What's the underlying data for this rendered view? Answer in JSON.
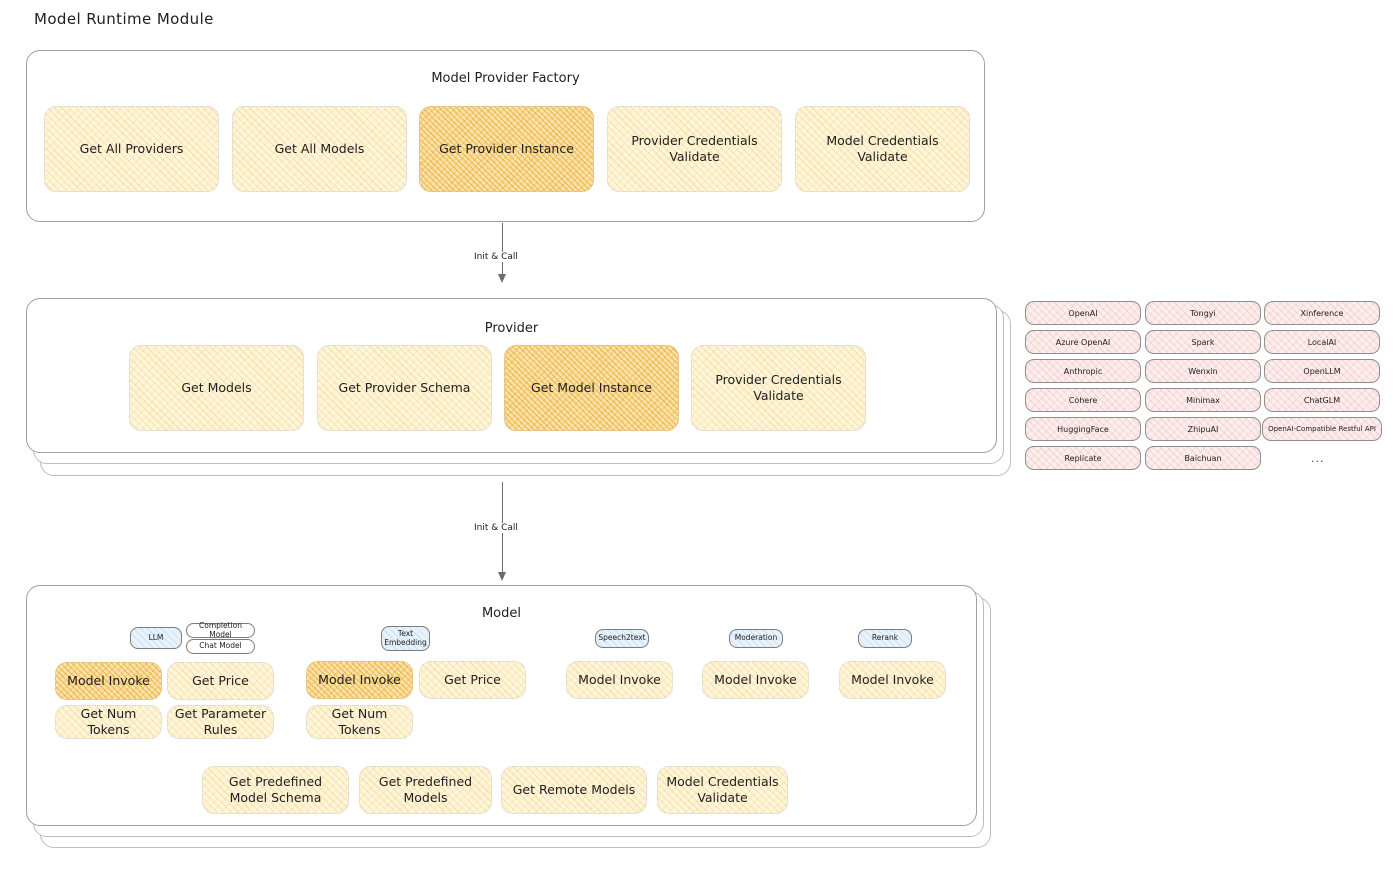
{
  "page": {
    "title": "Model Runtime Module"
  },
  "factory": {
    "title": "Model Provider Factory",
    "methods": [
      {
        "label": "Get All Providers",
        "highlight": false
      },
      {
        "label": "Get All Models",
        "highlight": false
      },
      {
        "label": "Get Provider Instance",
        "highlight": true
      },
      {
        "label": "Provider Credentials Validate",
        "highlight": false
      },
      {
        "label": "Model Credentials Validate",
        "highlight": false
      }
    ]
  },
  "arrows": [
    {
      "label": "Init & Call"
    },
    {
      "label": "Init & Call"
    }
  ],
  "provider": {
    "title": "Provider",
    "methods": [
      {
        "label": "Get Models",
        "highlight": false
      },
      {
        "label": "Get Provider Schema",
        "highlight": false
      },
      {
        "label": "Get Model Instance",
        "highlight": true
      },
      {
        "label": "Provider Credentials Validate",
        "highlight": false
      }
    ]
  },
  "provider_list": {
    "more": "...",
    "columns": [
      {
        "items": [
          "OpenAI",
          "Azure OpenAI",
          "Anthropic",
          "Cohere",
          "HuggingFace",
          "Replicate"
        ]
      },
      {
        "items": [
          "Tongyi",
          "Spark",
          "Wenxin",
          "Minimax",
          "ZhipuAI",
          "Baichuan"
        ]
      },
      {
        "items": [
          "Xinference",
          "LocalAI",
          "OpenLLM",
          "ChatGLM",
          "OpenAI-Compatible Restful API"
        ]
      }
    ]
  },
  "model": {
    "title": "Model",
    "more": "...",
    "types": [
      {
        "badge": "LLM",
        "sub_badges": [
          "Completion Model",
          "Chat Model"
        ],
        "methods": [
          {
            "label": "Model Invoke",
            "highlight": true
          },
          {
            "label": "Get Price",
            "highlight": false
          },
          {
            "label": "Get Num Tokens",
            "highlight": false
          },
          {
            "label": "Get Parameter Rules",
            "highlight": false
          }
        ]
      },
      {
        "badge": "Text Embedding",
        "sub_badges": [],
        "methods": [
          {
            "label": "Model Invoke",
            "highlight": true
          },
          {
            "label": "Get Price",
            "highlight": false
          },
          {
            "label": "Get Num Tokens",
            "highlight": false
          }
        ]
      },
      {
        "badge": "Speech2text",
        "sub_badges": [],
        "methods": [
          {
            "label": "Model Invoke",
            "highlight": false
          }
        ]
      },
      {
        "badge": "Moderation",
        "sub_badges": [],
        "methods": [
          {
            "label": "Model Invoke",
            "highlight": false
          }
        ]
      },
      {
        "badge": "Rerank",
        "sub_badges": [],
        "methods": [
          {
            "label": "Model Invoke",
            "highlight": false
          }
        ]
      }
    ],
    "shared_methods": [
      {
        "label": "Get Predefined Model Schema"
      },
      {
        "label": "Get Predefined Models"
      },
      {
        "label": "Get Remote Models"
      },
      {
        "label": "Model Credentials Validate"
      }
    ]
  },
  "colors": {
    "chip_fill": "#fdf5dc",
    "chip_highlight_fill": "#fbe3ad",
    "pill_fill": "#fdeeee",
    "badge_fill": "#e8f2fb",
    "outline": "#9aa0a6",
    "text": "#1e1e1e"
  }
}
